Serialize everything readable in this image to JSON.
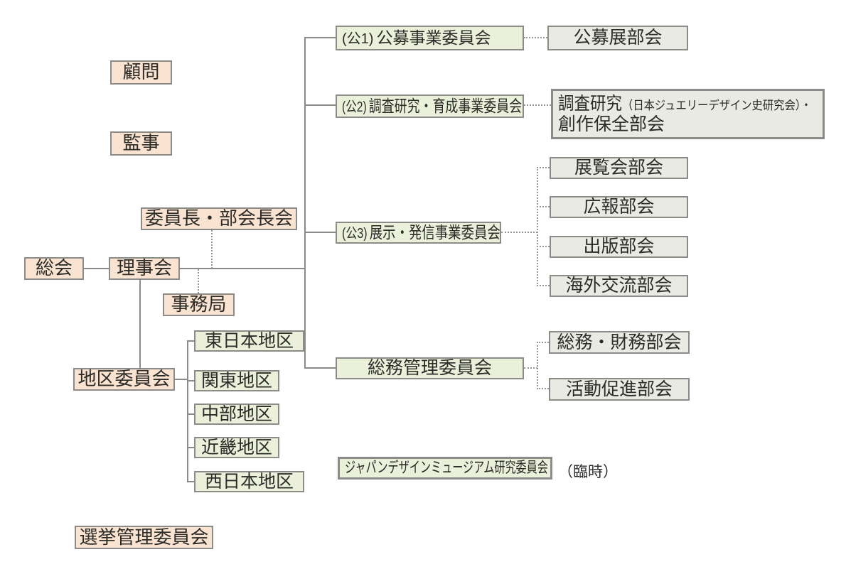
{
  "nodes": {
    "advisor": "顧問",
    "auditor": "監事",
    "chairpersons_council": "委員長・部会長会",
    "general_assembly": "総会",
    "board": "理事会",
    "secretariat": "事務局",
    "district_committee": "地区委員会",
    "election_committee": "選挙管理委員会",
    "ko1_prefix": "(公1)",
    "ko1_label": "公募事業委員会",
    "ko2_prefix": "(公2)",
    "ko2_label": "調査研究・育成事業委員会",
    "ko3_prefix": "(公3)",
    "ko3_label": "展示・発信事業委員会",
    "general_affairs_committee": "総務管理委員会",
    "district_east_japan": "東日本地区",
    "district_kanto": "関東地区",
    "district_chubu": "中部地区",
    "district_kinki": "近畿地区",
    "district_west_japan": "西日本地区",
    "japan_design_museum_committee": "ジャパンデザインミュージアム研究委員会",
    "japan_design_museum_note": "（臨時）",
    "kobo_exhibition_subcommittee": "公募展部会",
    "research_subcommittee_line1_main": "調査研究",
    "research_subcommittee_line1_small": "（日本ジュエリーデザイン史研究会）・",
    "research_subcommittee_line2": "創作保全部会",
    "exhibition_subcommittee": "展覧会部会",
    "pr_subcommittee": "広報部会",
    "publishing_subcommittee": "出版部会",
    "international_exchange_subcommittee": "海外交流部会",
    "general_finance_subcommittee": "総務・財務部会",
    "activity_promotion_subcommittee": "活動促進部会"
  },
  "colors": {
    "pink_fill": "#fbe3d2",
    "green_fill": "#eaf0da",
    "gray_fill": "#e9eae4",
    "border": "#8b8b88",
    "solid_line": "#8b8b88",
    "dotted_line": "#97978f",
    "text": "#2b2b28",
    "background": "#ffffff"
  }
}
